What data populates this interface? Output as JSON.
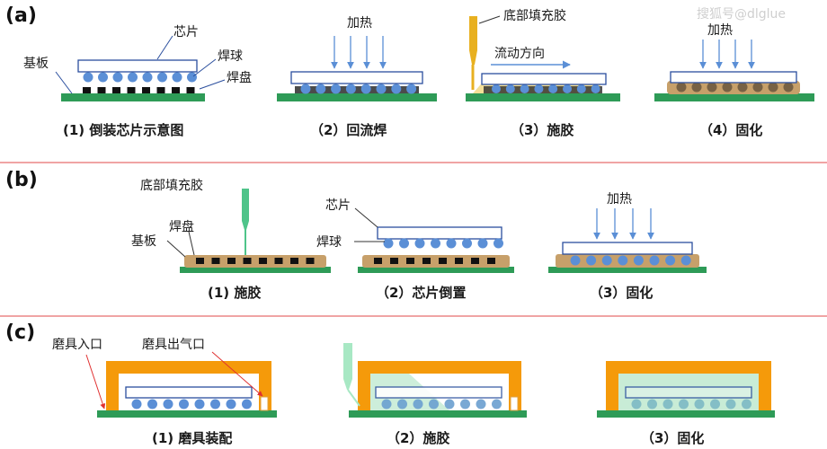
{
  "watermark": "搜狐号@dlglue",
  "colors": {
    "substrate": "#2e9b57",
    "bump": "#5b8fd6",
    "chip_outline": "#2b4f9e",
    "pad": "#111111",
    "underfill": "#c7a06a",
    "underfill_light": "#f2dc8c",
    "needle_a": "#e8b020",
    "needle_b": "#4fc48a",
    "mold": "#f59a0a",
    "mold_fill": "#c8ecd6",
    "arrow": "#5b8fd6",
    "divider": "#e04848",
    "leader_red": "#e03030"
  },
  "section_a": {
    "tag": "(a)",
    "labels": {
      "chip": "芯片",
      "substrate": "基板",
      "bump": "焊球",
      "pad": "焊盘",
      "heat": "加热",
      "underfill": "底部填充胶",
      "flow": "流动方向",
      "heat2": "加热"
    },
    "captions": [
      "(1) 倒装芯片示意图",
      "（2）回流焊",
      "（3）施胶",
      "（4）固化"
    ]
  },
  "section_b": {
    "tag": "(b)",
    "labels": {
      "underfill": "底部填充胶",
      "pad": "焊盘",
      "substrate": "基板",
      "chip": "芯片",
      "bump": "焊球",
      "heat": "加热"
    },
    "captions": [
      "(1) 施胶",
      "（2）芯片倒置",
      "（3）固化"
    ]
  },
  "section_c": {
    "tag": "(c)",
    "labels": {
      "mold_inlet": "磨具入口",
      "mold_outlet": "磨具出气口"
    },
    "captions": [
      "(1) 磨具装配",
      "（2）施胶",
      "（3）固化"
    ]
  }
}
